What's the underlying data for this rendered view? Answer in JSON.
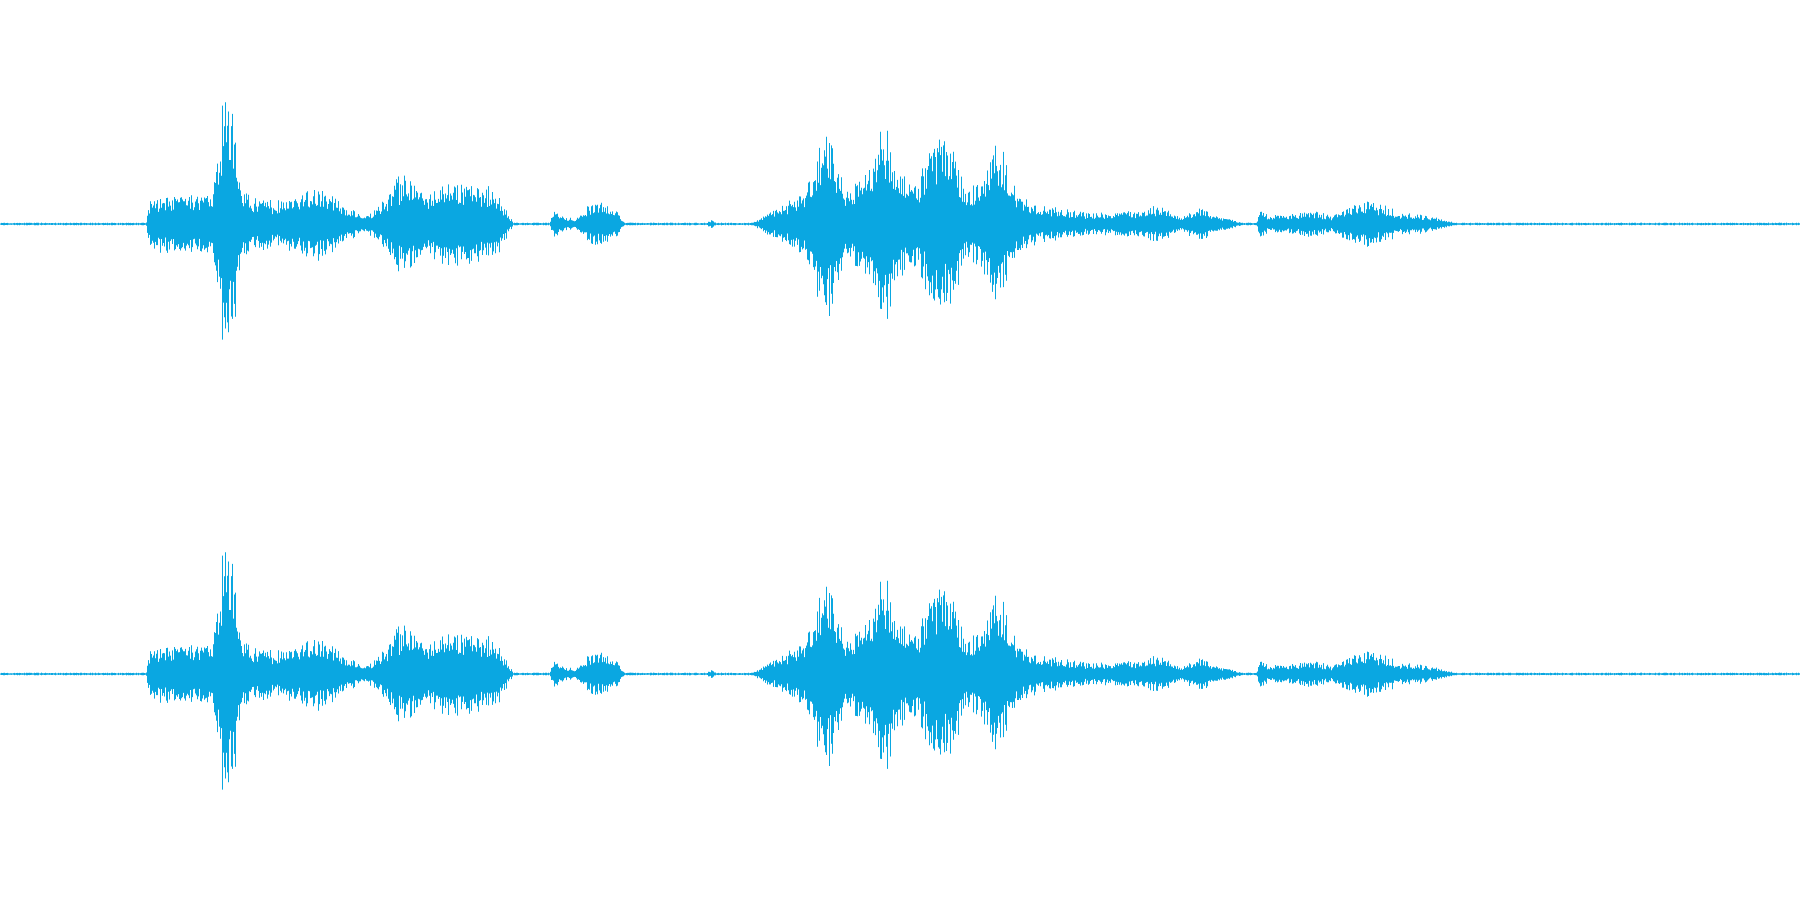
{
  "waveform": {
    "color": "#0aa7e1",
    "background": "#ffffff",
    "channels": [
      {
        "id": "left",
        "envelope": [
          [
            0.0,
            0.01
          ],
          [
            0.07,
            0.01
          ],
          [
            0.081,
            0.01
          ],
          [
            0.083,
            0.18
          ],
          [
            0.092,
            0.21
          ],
          [
            0.105,
            0.2
          ],
          [
            0.118,
            0.23
          ],
          [
            0.121,
            0.54
          ],
          [
            0.124,
            1.0
          ],
          [
            0.127,
            0.95
          ],
          [
            0.131,
            0.66
          ],
          [
            0.134,
            0.27
          ],
          [
            0.14,
            0.21
          ],
          [
            0.15,
            0.17
          ],
          [
            0.16,
            0.19
          ],
          [
            0.17,
            0.25
          ],
          [
            0.178,
            0.28
          ],
          [
            0.186,
            0.2
          ],
          [
            0.195,
            0.11
          ],
          [
            0.205,
            0.08
          ],
          [
            0.212,
            0.15
          ],
          [
            0.22,
            0.34
          ],
          [
            0.23,
            0.36
          ],
          [
            0.238,
            0.2
          ],
          [
            0.244,
            0.32
          ],
          [
            0.252,
            0.33
          ],
          [
            0.26,
            0.3
          ],
          [
            0.275,
            0.25
          ],
          [
            0.285,
            0.01
          ],
          [
            0.305,
            0.01
          ],
          [
            0.308,
            0.13
          ],
          [
            0.312,
            0.06
          ],
          [
            0.32,
            0.04
          ],
          [
            0.326,
            0.14
          ],
          [
            0.334,
            0.17
          ],
          [
            0.34,
            0.14
          ],
          [
            0.347,
            0.01
          ],
          [
            0.392,
            0.01
          ],
          [
            0.395,
            0.03
          ],
          [
            0.398,
            0.01
          ],
          [
            0.418,
            0.01
          ],
          [
            0.428,
            0.1
          ],
          [
            0.44,
            0.18
          ],
          [
            0.448,
            0.25
          ],
          [
            0.455,
            0.58
          ],
          [
            0.461,
            0.69
          ],
          [
            0.47,
            0.26
          ],
          [
            0.482,
            0.42
          ],
          [
            0.488,
            0.7
          ],
          [
            0.494,
            0.72
          ],
          [
            0.502,
            0.35
          ],
          [
            0.51,
            0.32
          ],
          [
            0.517,
            0.62
          ],
          [
            0.524,
            0.7
          ],
          [
            0.53,
            0.58
          ],
          [
            0.536,
            0.28
          ],
          [
            0.545,
            0.32
          ],
          [
            0.554,
            0.64
          ],
          [
            0.56,
            0.42
          ],
          [
            0.566,
            0.22
          ],
          [
            0.575,
            0.15
          ],
          [
            0.59,
            0.11
          ],
          [
            0.61,
            0.08
          ],
          [
            0.63,
            0.1
          ],
          [
            0.645,
            0.14
          ],
          [
            0.656,
            0.05
          ],
          [
            0.662,
            0.11
          ],
          [
            0.667,
            0.13
          ],
          [
            0.672,
            0.08
          ],
          [
            0.69,
            0.01
          ],
          [
            0.698,
            0.01
          ],
          [
            0.7,
            0.12
          ],
          [
            0.704,
            0.06
          ],
          [
            0.715,
            0.07
          ],
          [
            0.73,
            0.1
          ],
          [
            0.74,
            0.06
          ],
          [
            0.752,
            0.15
          ],
          [
            0.76,
            0.17
          ],
          [
            0.77,
            0.13
          ],
          [
            0.78,
            0.08
          ],
          [
            0.79,
            0.07
          ],
          [
            0.8,
            0.04
          ],
          [
            0.808,
            0.01
          ],
          [
            0.85,
            0.01
          ],
          [
            1.0,
            0.01
          ]
        ]
      },
      {
        "id": "right",
        "envelope": [
          [
            0.0,
            0.01
          ],
          [
            0.07,
            0.01
          ],
          [
            0.081,
            0.01
          ],
          [
            0.083,
            0.18
          ],
          [
            0.092,
            0.21
          ],
          [
            0.105,
            0.2
          ],
          [
            0.118,
            0.23
          ],
          [
            0.121,
            0.54
          ],
          [
            0.124,
            1.0
          ],
          [
            0.127,
            0.95
          ],
          [
            0.131,
            0.66
          ],
          [
            0.134,
            0.27
          ],
          [
            0.14,
            0.21
          ],
          [
            0.15,
            0.17
          ],
          [
            0.16,
            0.19
          ],
          [
            0.17,
            0.25
          ],
          [
            0.178,
            0.28
          ],
          [
            0.186,
            0.2
          ],
          [
            0.195,
            0.11
          ],
          [
            0.205,
            0.08
          ],
          [
            0.212,
            0.15
          ],
          [
            0.22,
            0.34
          ],
          [
            0.23,
            0.36
          ],
          [
            0.238,
            0.2
          ],
          [
            0.244,
            0.32
          ],
          [
            0.252,
            0.33
          ],
          [
            0.26,
            0.3
          ],
          [
            0.275,
            0.25
          ],
          [
            0.285,
            0.01
          ],
          [
            0.305,
            0.01
          ],
          [
            0.308,
            0.13
          ],
          [
            0.312,
            0.06
          ],
          [
            0.32,
            0.04
          ],
          [
            0.326,
            0.14
          ],
          [
            0.334,
            0.17
          ],
          [
            0.34,
            0.14
          ],
          [
            0.347,
            0.01
          ],
          [
            0.392,
            0.01
          ],
          [
            0.395,
            0.03
          ],
          [
            0.398,
            0.01
          ],
          [
            0.418,
            0.01
          ],
          [
            0.428,
            0.1
          ],
          [
            0.44,
            0.18
          ],
          [
            0.448,
            0.25
          ],
          [
            0.455,
            0.58
          ],
          [
            0.461,
            0.69
          ],
          [
            0.47,
            0.26
          ],
          [
            0.482,
            0.42
          ],
          [
            0.488,
            0.7
          ],
          [
            0.494,
            0.72
          ],
          [
            0.502,
            0.35
          ],
          [
            0.51,
            0.32
          ],
          [
            0.517,
            0.62
          ],
          [
            0.524,
            0.7
          ],
          [
            0.53,
            0.58
          ],
          [
            0.536,
            0.28
          ],
          [
            0.545,
            0.32
          ],
          [
            0.554,
            0.64
          ],
          [
            0.56,
            0.42
          ],
          [
            0.566,
            0.22
          ],
          [
            0.575,
            0.15
          ],
          [
            0.59,
            0.11
          ],
          [
            0.61,
            0.08
          ],
          [
            0.63,
            0.1
          ],
          [
            0.645,
            0.14
          ],
          [
            0.656,
            0.05
          ],
          [
            0.662,
            0.11
          ],
          [
            0.667,
            0.13
          ],
          [
            0.672,
            0.08
          ],
          [
            0.69,
            0.01
          ],
          [
            0.698,
            0.01
          ],
          [
            0.7,
            0.12
          ],
          [
            0.704,
            0.06
          ],
          [
            0.715,
            0.07
          ],
          [
            0.73,
            0.1
          ],
          [
            0.74,
            0.06
          ],
          [
            0.752,
            0.15
          ],
          [
            0.76,
            0.17
          ],
          [
            0.77,
            0.13
          ],
          [
            0.78,
            0.08
          ],
          [
            0.79,
            0.07
          ],
          [
            0.8,
            0.04
          ],
          [
            0.808,
            0.01
          ],
          [
            0.85,
            0.01
          ],
          [
            1.0,
            0.01
          ]
        ]
      }
    ]
  }
}
